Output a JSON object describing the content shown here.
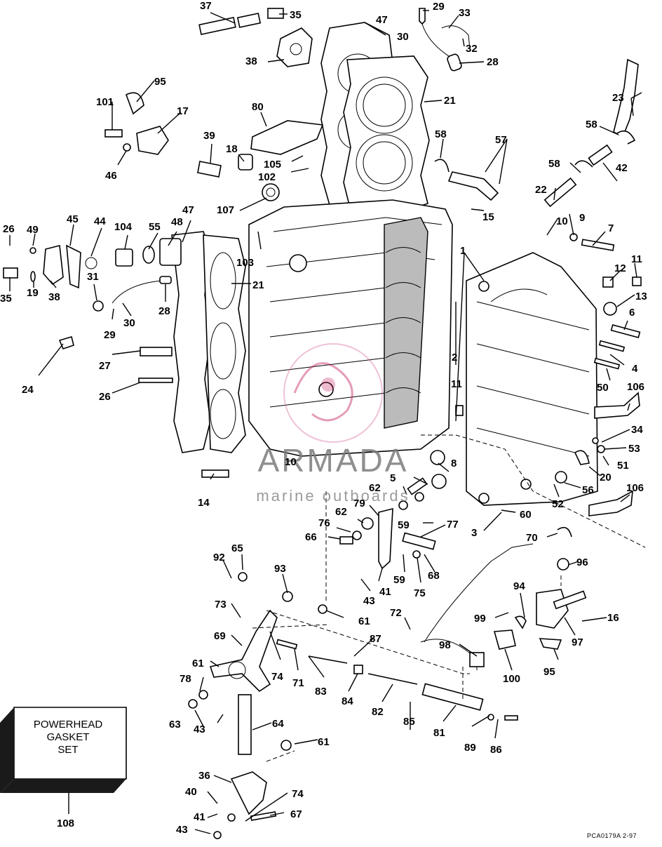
{
  "diagram": {
    "callouts": [
      "1",
      "2",
      "3",
      "4",
      "5",
      "6",
      "7",
      "8",
      "9",
      "10",
      "11",
      "12",
      "13",
      "14",
      "15",
      "16",
      "17",
      "18",
      "19",
      "20",
      "21",
      "22",
      "23",
      "24",
      "26",
      "27",
      "28",
      "29",
      "30",
      "31",
      "32",
      "33",
      "34",
      "35",
      "36",
      "37",
      "38",
      "39",
      "40",
      "41",
      "42",
      "43",
      "44",
      "45",
      "46",
      "47",
      "48",
      "49",
      "50",
      "51",
      "52",
      "53",
      "55",
      "56",
      "57",
      "58",
      "59",
      "60",
      "61",
      "62",
      "63",
      "64",
      "65",
      "66",
      "67",
      "68",
      "69",
      "70",
      "71",
      "72",
      "73",
      "74",
      "75",
      "76",
      "77",
      "78",
      "79",
      "80",
      "81",
      "82",
      "83",
      "84",
      "85",
      "86",
      "87",
      "89",
      "92",
      "93",
      "94",
      "95",
      "96",
      "97",
      "98",
      "99",
      "100",
      "101",
      "102",
      "103",
      "104",
      "105",
      "106",
      "107",
      "108"
    ],
    "kit_label": "POWERHEAD\nGASKET\nSET",
    "kit_callout": "108",
    "ref_code": "PCA0179A   2-97"
  },
  "watermark": {
    "brand": "ARMADA",
    "tagline": "marine outboards",
    "color": "#c2185b"
  }
}
